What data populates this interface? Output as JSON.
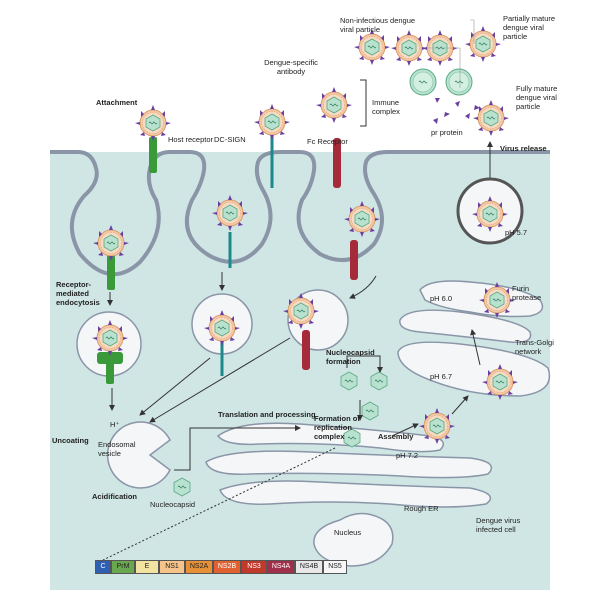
{
  "labels": {
    "attachment": "Attachment",
    "host_receptor": "Host receptor",
    "dc_sign": "DC-SIGN",
    "dengue_antibody": "Dengue-specific antibody",
    "immune_complex": "Immune complex",
    "fc_receptor": "Fc Receptor",
    "non_infectious": "Non-infectious dengue viral particle",
    "partially_mature": "Partially mature dengue viral particle",
    "fully_mature": "Fully mature dengue viral particle",
    "pr_protein": "pr protein",
    "virus_release": "Virus release",
    "ph_57": "pH 5.7",
    "ph_60": "pH 6.0",
    "furin": "Furin protease",
    "trans_golgi": "Trans-Golgi network",
    "ph_67": "pH 6.7",
    "receptor_endocytosis": "Receptor-mediated endocytosis",
    "nucleocapsid_formation": "Nucleocapsid formation",
    "translation": "Translation and processing",
    "replication_complex": "Formation of replication complex",
    "assembly": "Assembly",
    "ph_72": "pH 7.2",
    "uncoating": "Uncoating",
    "h_plus": "H⁺",
    "endosomal_vesicle": "Endosomal vesicle",
    "acidification": "Acidification",
    "nucleocapsid": "Nucleocapsid",
    "rough_er": "Rough ER",
    "nucleus": "Nucleus",
    "infected_cell": "Dengue virus infected cell"
  },
  "genome": [
    {
      "label": "C",
      "color": "#2f5fb3"
    },
    {
      "label": "PrM",
      "color": "#6aa84f"
    },
    {
      "label": "E",
      "color": "#f3e3a0"
    },
    {
      "label": "NS1",
      "color": "#f6c48a"
    },
    {
      "label": "NS2A",
      "color": "#e69138"
    },
    {
      "label": "NS2B",
      "color": "#e06030"
    },
    {
      "label": "NS3",
      "color": "#c0392b"
    },
    {
      "label": "NS4A",
      "color": "#a0304a"
    },
    {
      "label": "NS4B",
      "color": "#e8e8e8"
    },
    {
      "label": "NS5",
      "color": "#f7f7f7"
    }
  ],
  "colors": {
    "cytoplasm": "#cfe6e4",
    "membrane": "#8a95a8",
    "virus_spike": "#6b3fa0",
    "virus_core": "#b8e2cf",
    "virus_shell": "#f3c9a5"
  }
}
